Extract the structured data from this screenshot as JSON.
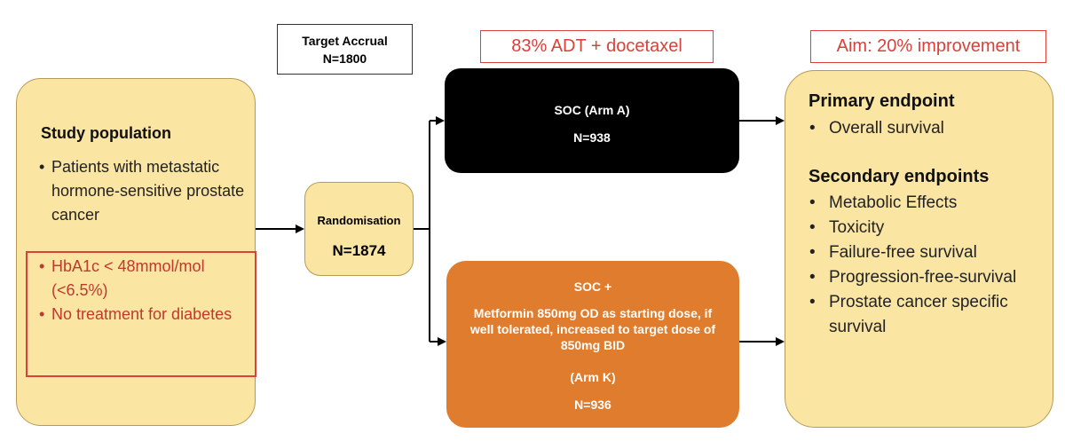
{
  "target_accrual": {
    "label": "Target Accrual",
    "n": "N=1800"
  },
  "population": {
    "title": "Study population",
    "items": [
      "Patients with metastatic hormone-sensitive prostate cancer"
    ],
    "red_items": [
      "HbA1c < 48mmol/mol (<6.5%)",
      "No treatment for diabetes"
    ],
    "colors": {
      "fill": "#fbe5a3",
      "red": "#c0392b"
    }
  },
  "randomisation": {
    "label": "Randomisation",
    "n": "N=1874"
  },
  "annotations": {
    "adt": "83% ADT + docetaxel",
    "aim": "Aim: 20% improvement",
    "color": "#d9413b"
  },
  "arm_a": {
    "title": "SOC (Arm A)",
    "n": "N=938",
    "color": "#000000"
  },
  "arm_k": {
    "title": "SOC +",
    "description": "Metformin 850mg OD as starting dose, if well tolerated, increased to target dose of 850mg BID",
    "label": "(Arm K)",
    "n": "N=936",
    "color": "#e07c2d"
  },
  "endpoints": {
    "primary_title": "Primary endpoint",
    "primary": [
      "Overall survival"
    ],
    "secondary_title": "Secondary endpoints",
    "secondary": [
      "Metabolic Effects",
      "Toxicity",
      "Failure-free survival",
      "Progression-free-survival",
      "Prostate cancer specific survival"
    ]
  }
}
